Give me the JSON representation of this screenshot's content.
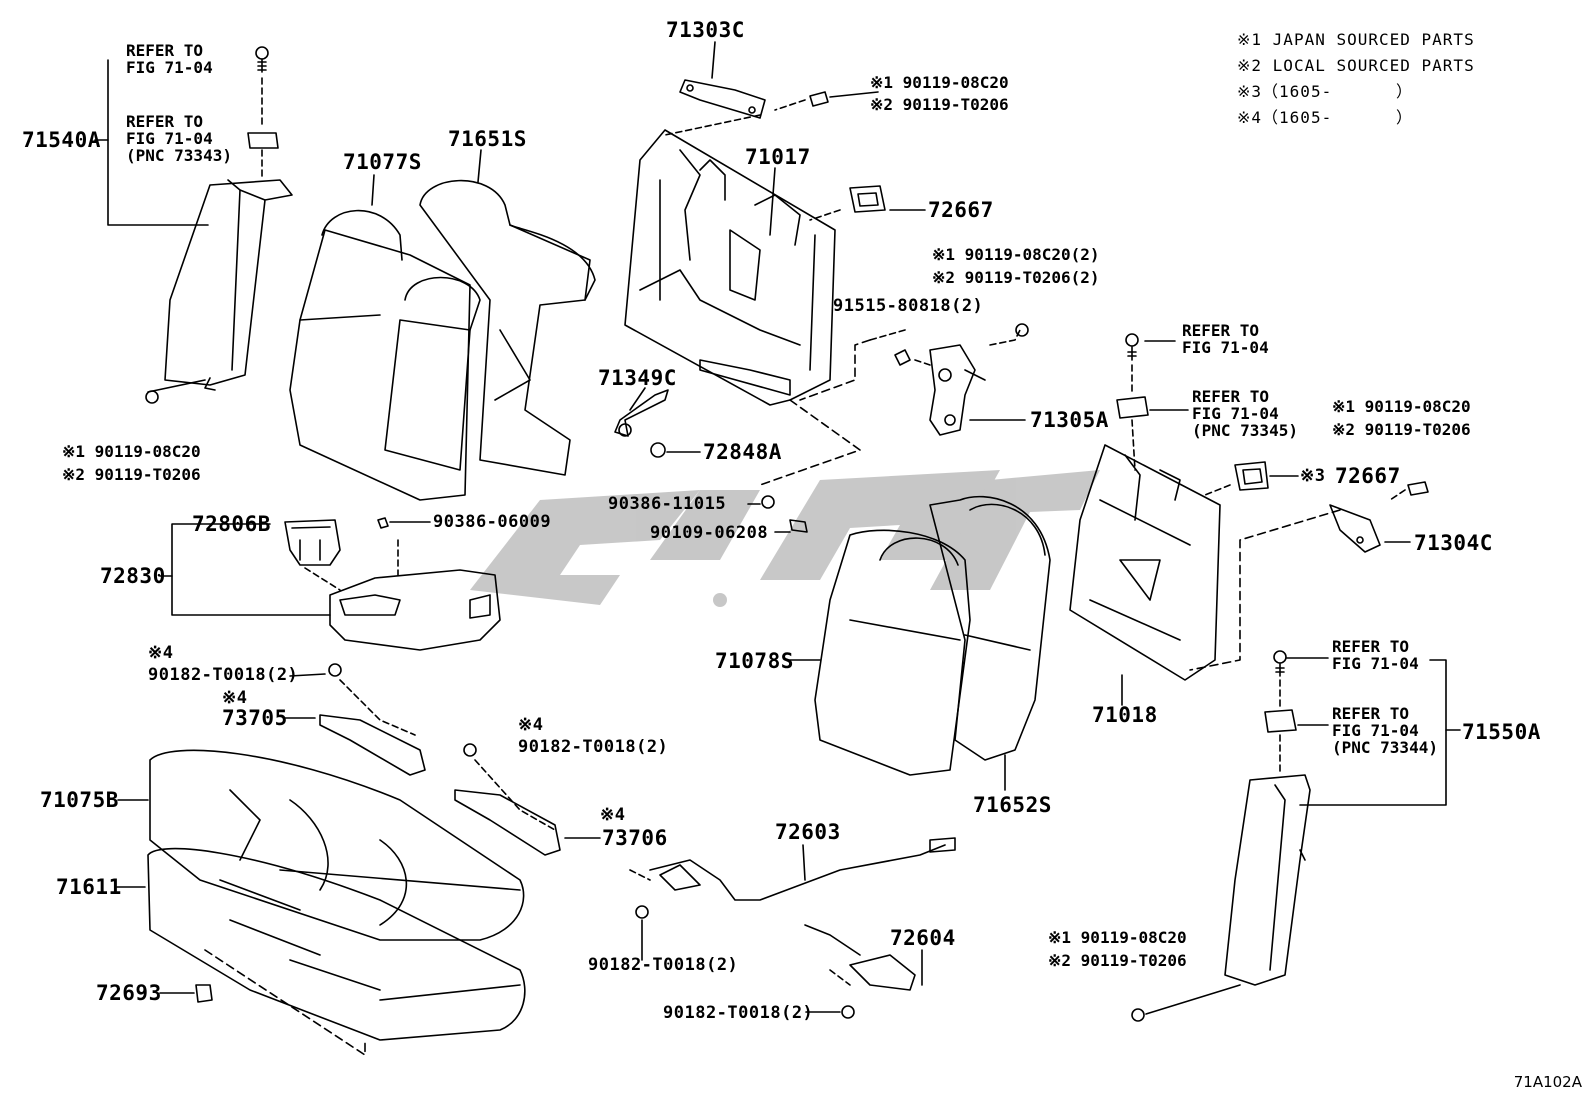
{
  "legend": {
    "lines": [
      "※1 JAPAN SOURCED PARTS",
      "※2 LOCAL SOURCED PARTS",
      "※3（1605-      ）",
      "※4（1605-      ）"
    ]
  },
  "figure_number": "71A102A",
  "watermark": "",
  "parts": {
    "p71303C": "71303C",
    "p71017": "71017",
    "p72667a": "72667",
    "p71540A": "71540A",
    "p71077S": "71077S",
    "p71651S": "71651S",
    "p71349C": "71349C",
    "p72848A": "72848A",
    "p71305A": "71305A",
    "p91515": "91515-80818(2)",
    "p90386_11015": "90386-11015",
    "p90109_06208": "90109-06208",
    "p72806B": "72806B",
    "p90386_06009": "90386-06009",
    "p72830": "72830",
    "p90182_a": "90182-T0018(2)",
    "p73705": "73705",
    "p90182_b": "90182-T0018(2)",
    "p73706": "73706",
    "p71075B": "71075B",
    "p71611": "71611",
    "p72693": "72693",
    "p72603": "72603",
    "p90182_c": "90182-T0018(2)",
    "p72604": "72604",
    "p90182_d": "90182-T0018(2)",
    "p71078S": "71078S",
    "p71652S": "71652S",
    "p71018": "71018",
    "p72667b": "72667",
    "p71304C": "71304C",
    "p71550A": "71550A",
    "mark4a": "※4",
    "mark4b": "※4",
    "mark4c": "※4",
    "mark4d": "※4",
    "mark3": "※3"
  },
  "bolt_notes": {
    "top_center": [
      "※1 90119-08C20",
      "※2 90119-T0206"
    ],
    "hinge": [
      "※1 90119-08C20(2)",
      "※2 90119-T0206(2)"
    ],
    "left_lower": [
      "※1 90119-08C20",
      "※2 90119-T0206"
    ],
    "right_upper": [
      "※1 90119-08C20",
      "※2 90119-T0206"
    ],
    "right_lower": [
      "※1 90119-08C20",
      "※2 90119-T0206"
    ]
  },
  "refer_notes": {
    "left_1": [
      "REFER TO",
      "FIG 71-04"
    ],
    "left_2": [
      "REFER TO",
      "FIG 71-04",
      "(PNC 73343)"
    ],
    "mid_1": [
      "REFER TO",
      "FIG 71-04"
    ],
    "mid_2": [
      "REFER TO",
      "FIG 71-04",
      "(PNC 73345)"
    ],
    "right_1": [
      "REFER TO",
      "FIG 71-04"
    ],
    "right_2": [
      "REFER TO",
      "FIG 71-04",
      "(PNC 73344)"
    ]
  }
}
